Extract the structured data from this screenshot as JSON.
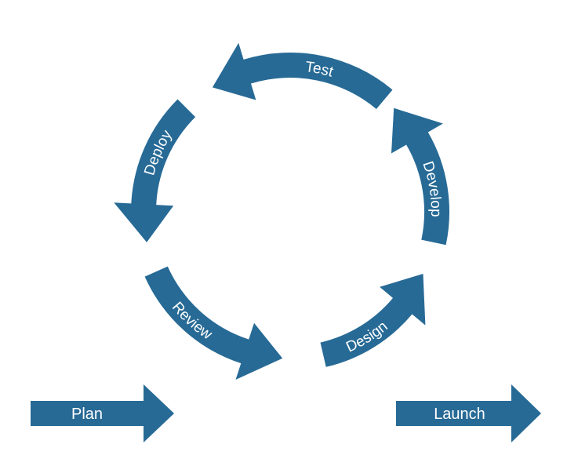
{
  "colors": {
    "arrow": "#276a96",
    "label": "#ffffff",
    "background": "#ffffff"
  },
  "cycle": {
    "direction": "counter-clockwise",
    "steps": [
      {
        "id": "design",
        "label": "Design"
      },
      {
        "id": "develop",
        "label": "Develop"
      },
      {
        "id": "test",
        "label": "Test"
      },
      {
        "id": "deploy",
        "label": "Deploy"
      },
      {
        "id": "review",
        "label": "Review"
      }
    ]
  },
  "flow": {
    "start_label": "Plan",
    "end_label": "Launch"
  }
}
